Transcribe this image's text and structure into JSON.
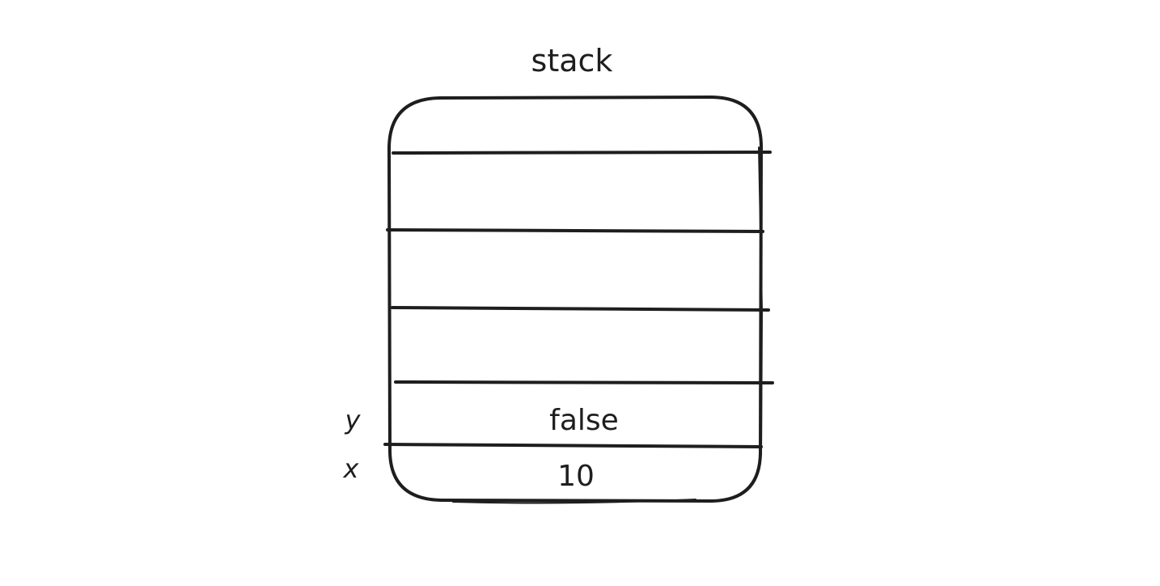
{
  "diagram": {
    "title": "stack",
    "slots": [
      {
        "label": "",
        "value": ""
      },
      {
        "label": "",
        "value": ""
      },
      {
        "label": "",
        "value": ""
      },
      {
        "label": "",
        "value": ""
      },
      {
        "label": "y",
        "value": "false"
      },
      {
        "label": "x",
        "value": "10"
      }
    ]
  }
}
